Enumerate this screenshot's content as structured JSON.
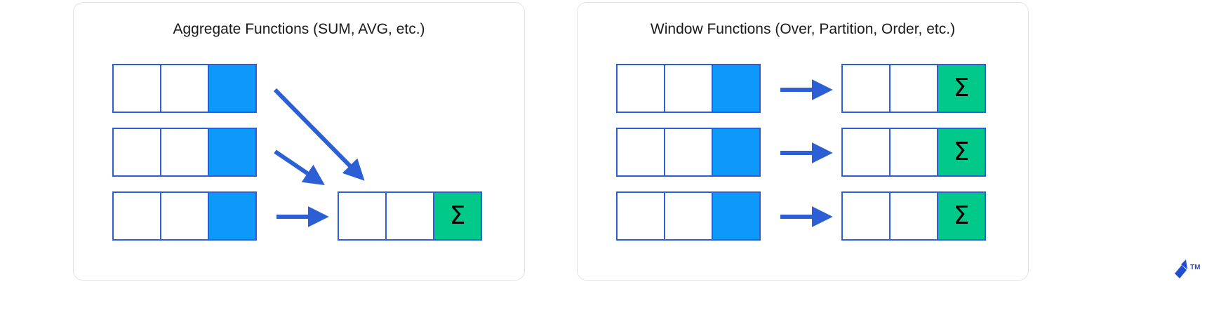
{
  "panels": [
    {
      "id": "aggregate",
      "title": "Aggregate Functions (SUM, AVG, etc.)",
      "input_rows": [
        {
          "cells": [
            "",
            "",
            ""
          ],
          "highlight_index": 2
        },
        {
          "cells": [
            "",
            "",
            ""
          ],
          "highlight_index": 2
        },
        {
          "cells": [
            "",
            "",
            ""
          ],
          "highlight_index": 2
        }
      ],
      "output_rows": [
        {
          "cells": [
            "",
            "",
            "Σ"
          ],
          "result_index": 2
        }
      ],
      "arrows": [
        "diagonal",
        "diagonal",
        "horizontal"
      ]
    },
    {
      "id": "window",
      "title": "Window Functions (Over, Partition, Order, etc.)",
      "input_rows": [
        {
          "cells": [
            "",
            "",
            ""
          ],
          "highlight_index": 2
        },
        {
          "cells": [
            "",
            "",
            ""
          ],
          "highlight_index": 2
        },
        {
          "cells": [
            "",
            "",
            ""
          ],
          "highlight_index": 2
        }
      ],
      "output_rows": [
        {
          "cells": [
            "",
            "",
            "Σ"
          ],
          "result_index": 2
        },
        {
          "cells": [
            "",
            "",
            "Σ"
          ],
          "result_index": 2
        },
        {
          "cells": [
            "",
            "",
            "Σ"
          ],
          "result_index": 2
        }
      ],
      "arrows": [
        "horizontal",
        "horizontal",
        "horizontal"
      ]
    }
  ],
  "symbols": {
    "sum": "Σ",
    "trademark": "TM"
  },
  "colors": {
    "cell_border": "#2d5fd4",
    "cell_highlight": "#0d99fa",
    "cell_result": "#00c98a",
    "arrow": "#2d5fd4",
    "card_border": "#e3e3e3",
    "title_text": "#1a1a1a",
    "logo": "#204ecf"
  }
}
